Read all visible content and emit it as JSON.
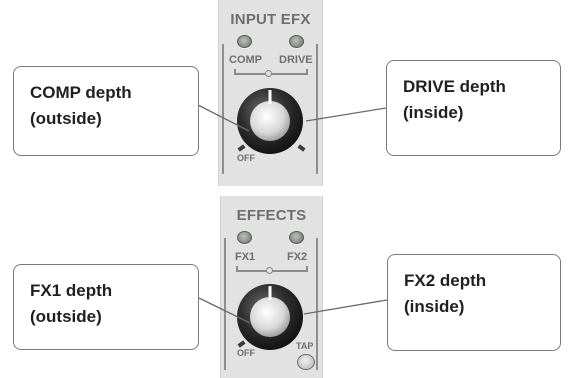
{
  "panels": [
    {
      "title": "INPUT EFX",
      "left_label": "COMP",
      "right_label": "DRIVE",
      "off_label": "OFF",
      "tap_label": ""
    },
    {
      "title": "EFFECTS",
      "left_label": "FX1",
      "right_label": "FX2",
      "off_label": "OFF",
      "tap_label": "TAP"
    }
  ],
  "callouts": [
    {
      "line1": "COMP depth",
      "line2": "(outside)"
    },
    {
      "line1": "DRIVE depth",
      "line2": "(inside)"
    },
    {
      "line1": "FX1 depth",
      "line2": "(outside)"
    },
    {
      "line1": "FX2 depth",
      "line2": "(inside)"
    }
  ],
  "colors": {
    "panel_bg": "#e2e2e2",
    "label_gray": "#6e6e6e",
    "knob_dark": "#2a2a2a",
    "callout_text": "#231f20"
  }
}
